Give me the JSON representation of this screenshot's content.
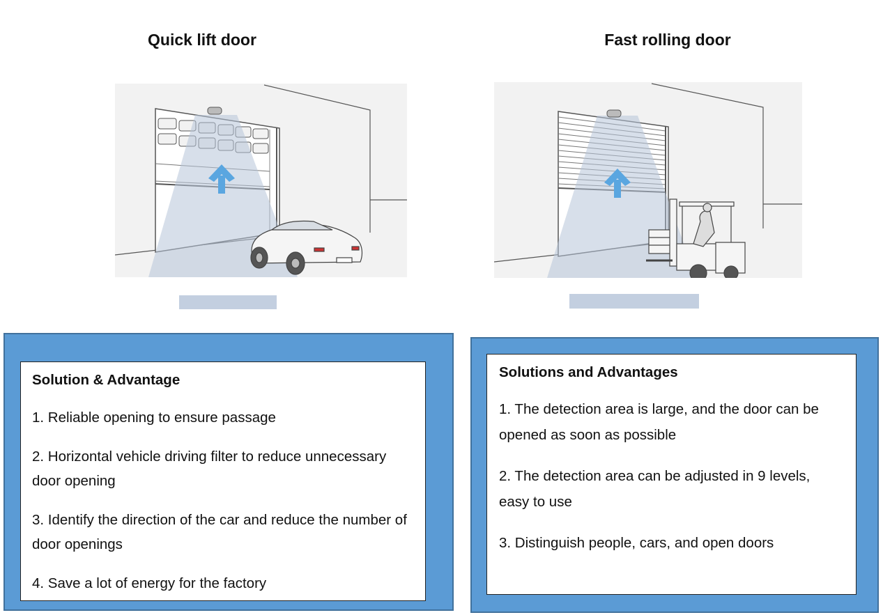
{
  "left": {
    "title": "Quick lift door",
    "panel": {
      "heading": "Solution & Advantage",
      "items": [
        "1. Reliable opening to ensure passage",
        "2. Horizontal vehicle driving filter to reduce unnecessary door opening",
        "3. Identify the direction of the car and reduce the number of door openings",
        "4. Save a lot of energy for the factory"
      ]
    }
  },
  "right": {
    "title": "Fast rolling door",
    "panel": {
      "heading": "Solutions and Advantages",
      "items": [
        "1. The detection area is large, and the door can be opened as soon as possible",
        "2. The detection area can be adjusted in 9 levels, easy to use",
        "3. Distinguish people, cars, and open doors"
      ]
    }
  },
  "colors": {
    "panel_blue": "#5b9bd5",
    "arrow_blue": "#5aa6e0",
    "beam_gray": "#c3cfe0"
  },
  "icons": {
    "left_illustration": "car-at-sectional-door-illustration",
    "right_illustration": "forklift-at-rolling-door-illustration"
  }
}
